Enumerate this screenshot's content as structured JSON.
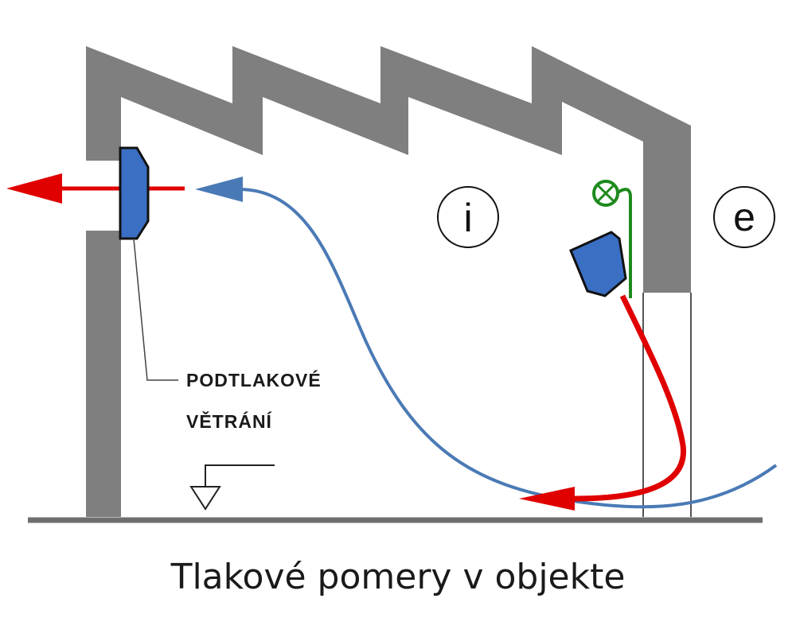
{
  "diagram": {
    "label_line1": "PODTLAKOVÉ",
    "label_line2": "VĚTRÁNÍ",
    "zone_inside": "i",
    "zone_outside": "e",
    "caption": "Tlakové pomery v objekte"
  },
  "colors": {
    "wall": "#7f7f7f",
    "floor": "#6e6e6e",
    "exhaust_arrow": "#e00000",
    "supply_flow": "#e00000",
    "inside_air_flow": "#4a7ab5",
    "fan": "#3a6fc4",
    "device": "#1e8a1e"
  }
}
